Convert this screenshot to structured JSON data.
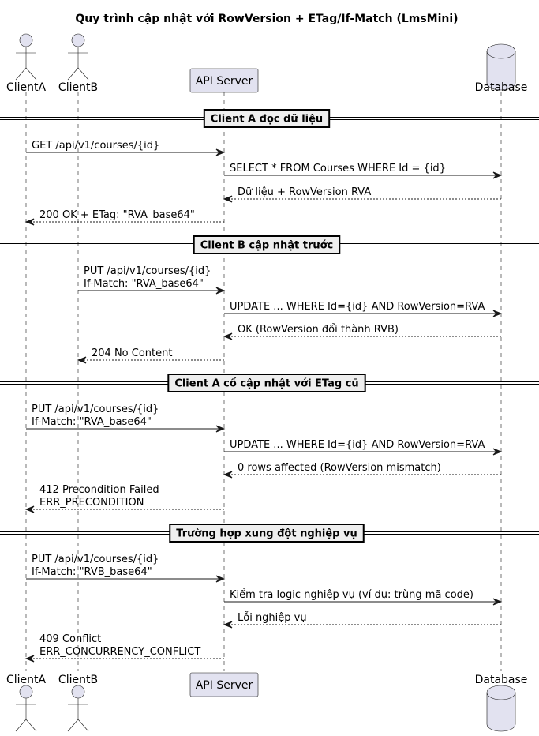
{
  "title": "Quy trình cập nhật với RowVersion + ETag/If-Match (LmsMini)",
  "participants": [
    {
      "id": "clientA",
      "label": "ClientA",
      "kind": "actor"
    },
    {
      "id": "clientB",
      "label": "ClientB",
      "kind": "actor"
    },
    {
      "id": "api",
      "label": "API Server",
      "kind": "box"
    },
    {
      "id": "db",
      "label": "Database",
      "kind": "database"
    }
  ],
  "sections": [
    {
      "label": "Client A đọc dữ liệu"
    },
    {
      "label": "Client B cập nhật trước"
    },
    {
      "label": "Client A cố cập nhật với ETag cũ"
    },
    {
      "label": "Trường hợp xung đột nghiệp vụ"
    }
  ],
  "messages": [
    {
      "from": "clientA",
      "to": "api",
      "style": "solid",
      "lines": [
        "GET /api/v1/courses/{id}"
      ]
    },
    {
      "from": "api",
      "to": "db",
      "style": "solid",
      "lines": [
        "SELECT * FROM Courses WHERE Id = {id}"
      ]
    },
    {
      "from": "db",
      "to": "api",
      "style": "dashed",
      "lines": [
        "Dữ liệu + RowVersion RVA"
      ]
    },
    {
      "from": "api",
      "to": "clientA",
      "style": "dashed",
      "lines": [
        "200 OK + ETag: \"RVA_base64\""
      ]
    },
    {
      "from": "clientB",
      "to": "api",
      "style": "solid",
      "lines": [
        "PUT /api/v1/courses/{id}",
        "If-Match: \"RVA_base64\""
      ]
    },
    {
      "from": "api",
      "to": "db",
      "style": "solid",
      "lines": [
        "UPDATE ... WHERE Id={id} AND RowVersion=RVA"
      ]
    },
    {
      "from": "db",
      "to": "api",
      "style": "dashed",
      "lines": [
        "OK (RowVersion đổi thành RVB)"
      ]
    },
    {
      "from": "api",
      "to": "clientB",
      "style": "dashed",
      "lines": [
        "204 No Content"
      ]
    },
    {
      "from": "clientA",
      "to": "api",
      "style": "solid",
      "lines": [
        "PUT /api/v1/courses/{id}",
        "If-Match: \"RVA_base64\""
      ]
    },
    {
      "from": "api",
      "to": "db",
      "style": "solid",
      "lines": [
        "UPDATE ... WHERE Id={id} AND RowVersion=RVA"
      ]
    },
    {
      "from": "db",
      "to": "api",
      "style": "dashed",
      "lines": [
        "0 rows affected (RowVersion mismatch)"
      ]
    },
    {
      "from": "api",
      "to": "clientA",
      "style": "dashed",
      "lines": [
        "412 Precondition Failed",
        "ERR_PRECONDITION"
      ]
    },
    {
      "from": "clientA",
      "to": "api",
      "style": "solid",
      "lines": [
        "PUT /api/v1/courses/{id}",
        "If-Match: \"RVB_base64\""
      ]
    },
    {
      "from": "api",
      "to": "db",
      "style": "solid",
      "lines": [
        "Kiểm tra logic nghiệp vụ (ví dụ: trùng mã code)"
      ]
    },
    {
      "from": "db",
      "to": "api",
      "style": "dashed",
      "lines": [
        "Lỗi nghiệp vụ"
      ]
    },
    {
      "from": "api",
      "to": "clientA",
      "style": "dashed",
      "lines": [
        "409 Conflict",
        "ERR_CONCURRENCY_CONFLICT"
      ]
    }
  ],
  "colors": {
    "participant_fill": "#E2E2F0",
    "participant_stroke": "#181818",
    "lifeline": "#181818",
    "arrow": "#181818",
    "section_fill": "#EEEEEE",
    "text": "#000000"
  }
}
